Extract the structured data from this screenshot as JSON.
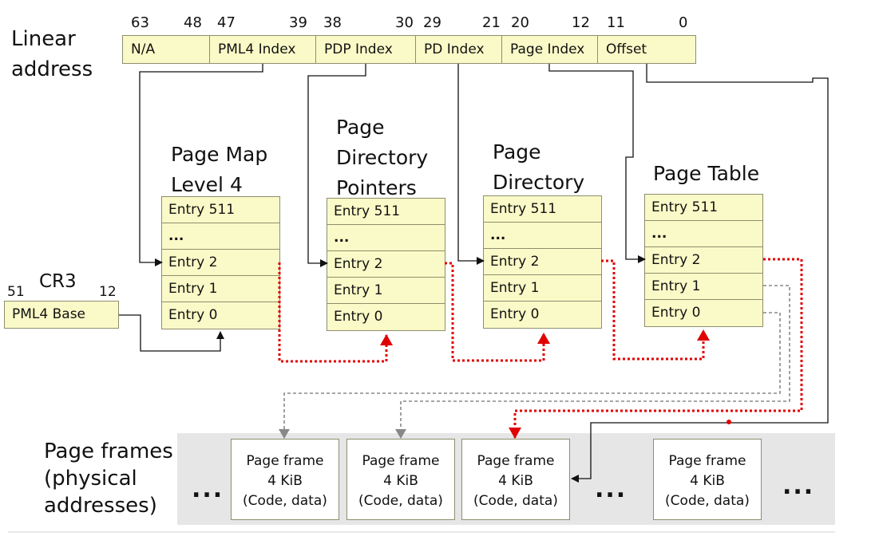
{
  "linear_label": [
    "Linear",
    "address"
  ],
  "bit_numbers": [
    "63",
    "48",
    "47",
    "39",
    "38",
    "30",
    "29",
    "21",
    "20",
    "12",
    "11",
    "0"
  ],
  "fields": [
    "N/A",
    "PML4 Index",
    "PDP Index",
    "PD Index",
    "Page Index",
    "Offset"
  ],
  "cr3": {
    "label": "CR3",
    "bit_hi": "51",
    "bit_lo": "12",
    "field": "PML4 Base"
  },
  "tables": [
    {
      "title": [
        "Page Map",
        "Level 4"
      ],
      "entries": [
        "Entry 511",
        "...",
        "Entry 2",
        "Entry 1",
        "Entry 0"
      ]
    },
    {
      "title": [
        "Page",
        "Directory",
        "Pointers"
      ],
      "entries": [
        "Entry 511",
        "...",
        "Entry 2",
        "Entry 1",
        "Entry 0"
      ]
    },
    {
      "title": [
        "Page",
        "Directory"
      ],
      "entries": [
        "Entry 511",
        "...",
        "Entry 2",
        "Entry 1",
        "Entry 0"
      ]
    },
    {
      "title": [
        "Page Table"
      ],
      "entries": [
        "Entry 511",
        "...",
        "Entry 2",
        "Entry 1",
        "Entry 0"
      ]
    }
  ],
  "frames_label": [
    "Page frames",
    "(physical",
    "addresses)"
  ],
  "frame": {
    "line1": "Page frame",
    "line2": "4 KiB",
    "line3": "(Code, data)"
  },
  "ellipsis": "...",
  "colors": {
    "entry_fill": "#fafac8",
    "highlight": "#e00000",
    "dashed": "#888888",
    "frames_bg": "#e6e6e6"
  }
}
